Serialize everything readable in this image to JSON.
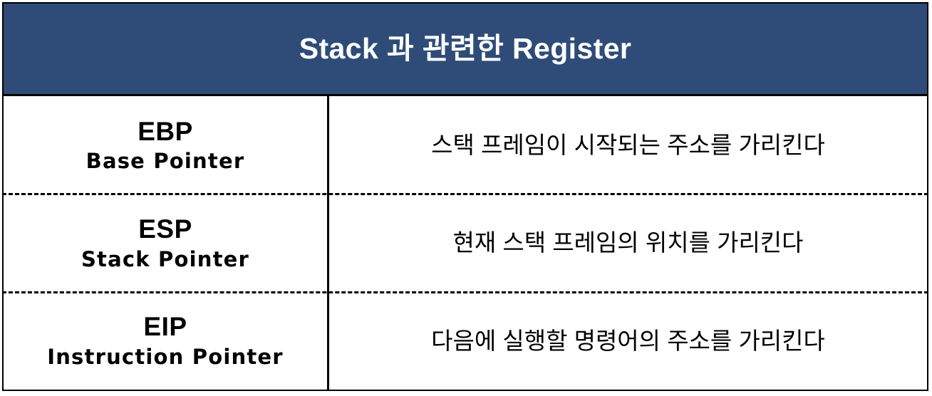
{
  "table": {
    "header": {
      "title": "Stack 과 관련한 Register",
      "background_color": "#2E4C77",
      "text_color": "#FFFFFF"
    },
    "columns": [
      {
        "key": "register",
        "header_label": ""
      },
      {
        "key": "description",
        "header_label": ""
      }
    ],
    "rows": [
      {
        "register_abbr": "EBP",
        "register_full": "Base Pointer",
        "description": "스택 프레임이 시작되는 주소를 가리킨다"
      },
      {
        "register_abbr": "ESP",
        "register_full": "Stack Pointer",
        "description": "현재 스택 프레임의 위치를 가리킨다"
      },
      {
        "register_abbr": "EIP",
        "register_full": "Instruction Pointer",
        "description": "다음에 실행할 명령어의 주소를 가리킨다"
      }
    ],
    "border_color": "#000000",
    "row_separator_style": "dashed",
    "background_color": "#FFFFFF"
  }
}
